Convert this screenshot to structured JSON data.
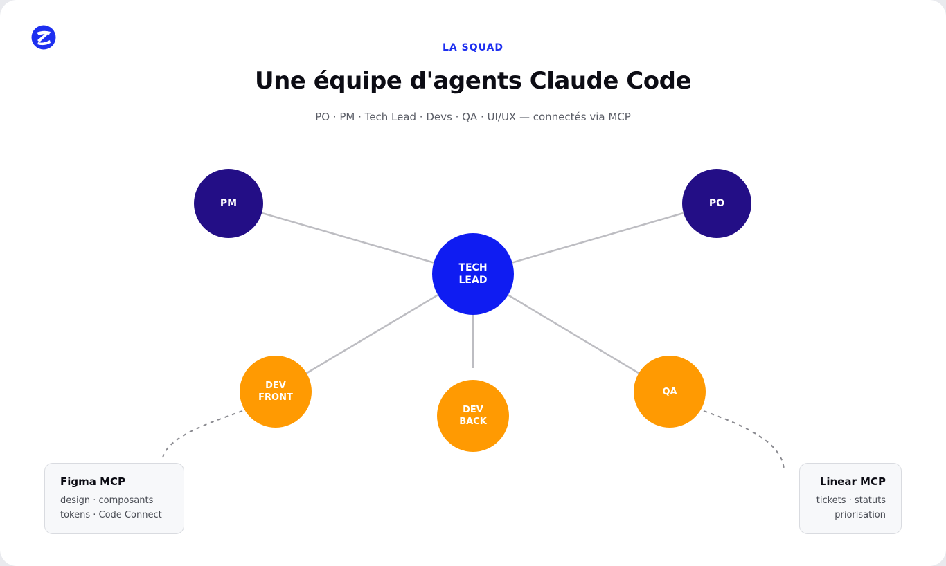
{
  "colors": {
    "accent": "#1d2ff0",
    "tech_lead": "#0f1cf2",
    "management": "#230e86",
    "devs": "#ff9a02",
    "edge": "#bdbdc2",
    "dashed": "#8a8a90"
  },
  "logo": {
    "icon": "brand-logo-icon"
  },
  "header": {
    "eyebrow": "LA SQUAD",
    "title": "Une équipe d'agents Claude Code",
    "subtitle": "PO · PM · Tech Lead · Devs · QA · UI/UX — connectés via MCP"
  },
  "nodes": {
    "pm": "PM",
    "po": "PO",
    "tech_lead": "TECH\nLEAD",
    "dev_front": "DEV\nFRONT",
    "dev_back": "DEV\nBACK",
    "qa": "QA"
  },
  "mcp": {
    "figma": {
      "title": "Figma MCP",
      "line1": "design · composants",
      "line2": "tokens · Code Connect"
    },
    "linear": {
      "title": "Linear MCP",
      "line1": "tickets · statuts",
      "line2": "priorisation"
    }
  }
}
